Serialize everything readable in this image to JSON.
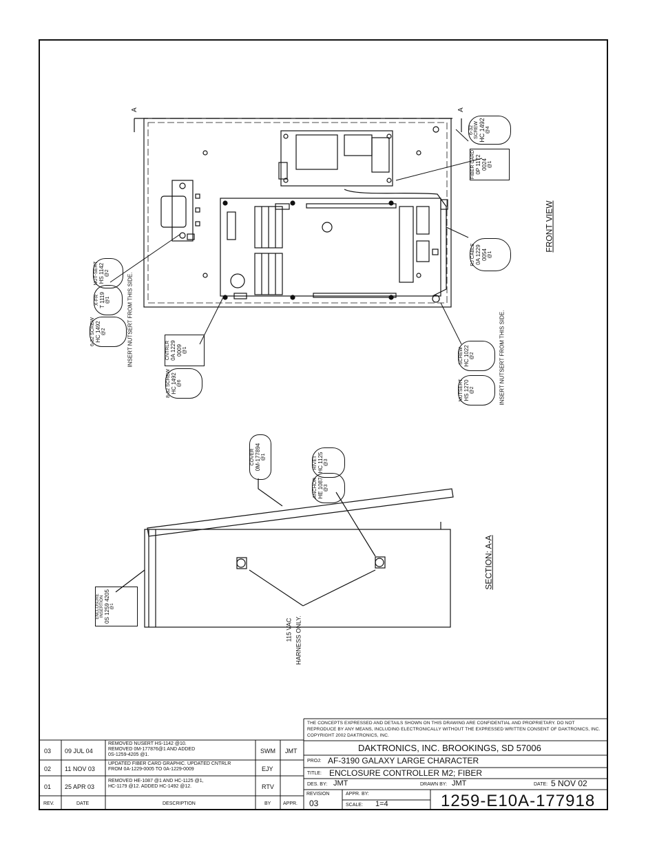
{
  "drawing": {
    "front_view_label": "FRONT VIEW",
    "section_label": "SECTION: A-A",
    "section_marker": "A",
    "nutsert_note": "INSERT NUTSERT FROM THIS SIDE.",
    "harness_note_line1": "115 VAC",
    "harness_note_line2": "HARNESS ONLY.",
    "callouts": [
      {
        "caption": "6-32 SCREW",
        "part": "HC 1492",
        "qty": "@4"
      },
      {
        "caption": "FIBER CARD",
        "part": "0P 1172 0024",
        "qty": "@1"
      },
      {
        "caption": "RJ CABLE",
        "part": "0A 1229 0054",
        "qty": "@1"
      },
      {
        "caption": "NUTSERT",
        "part": "HS 1270",
        "qty": "@2"
      },
      {
        "caption": "SCREW",
        "part": "HC 1022",
        "qty": "@2"
      },
      {
        "caption": "8-32 SCREW",
        "part": "HC 1492",
        "qty": "@6"
      },
      {
        "caption": "CNTRLR",
        "part": "0A 1229 0009",
        "qty": "@1"
      },
      {
        "caption": "6-32 SCREW",
        "part": "HC 1492",
        "qty": "@2"
      },
      {
        "caption": "X-FR",
        "part": "T 1119",
        "qty": "@1"
      },
      {
        "caption": "NUT-SERT",
        "part": "HS 1142",
        "qty": "@2"
      },
      {
        "caption": "COVER",
        "part": "0M-177894",
        "qty": "@1"
      },
      {
        "caption": "ANCHOR",
        "part": "HE 1087",
        "qty": "@3"
      },
      {
        "caption": "RIVET",
        "part": "HC 1125",
        "qty": "@3"
      },
      {
        "caption": "ENCLOSURE INSERTION",
        "part": "0S 1259 4205",
        "qty": "@1"
      }
    ]
  },
  "revisions": {
    "headers": {
      "rev": "REV.",
      "date": "DATE",
      "description": "DESCRIPTION",
      "by": "BY",
      "appr": "APPR."
    },
    "rows": [
      {
        "rev": "03",
        "date": "09 JUL 04",
        "description": "REMOVED NUSERT HS-1142 @10.\nREMOVED 0M-177876@1 AND ADDED\n0S-1259-4205 @1.",
        "by": "SWM",
        "appr": "JMT"
      },
      {
        "rev": "02",
        "date": "11 NOV 03",
        "description": "UPDATED FIBER CARD GRAPHIC. UPDATED CNTRLR\nFROM 0A-1229-0005 TO 0A-1229-0009",
        "by": "EJY",
        "appr": ""
      },
      {
        "rev": "01",
        "date": "25 APR 03",
        "description": "REMOVED HE-1087 @1 AND HC-1125 @1,\nHC-1179 @12.  ADDED HC-1492 @12.",
        "by": "RTV",
        "appr": ""
      }
    ]
  },
  "title_block": {
    "confidential": "THE CONCEPTS EXPRESSED AND DETAILS SHOWN ON THIS DRAWING ARE CONFIDENTIAL AND PROPRIETARY. DO NOT REPRODUCE BY ANY MEANS, INCLUDING ELECTRONICALLY WITHOUT THE EXPRESSED WRITTEN CONSENT OF DAKTRONICS, INC.      COPYRIGHT 2002 DAKTRONICS, INC.",
    "company": "DAKTRONICS, INC.   BROOKINGS, SD 57006",
    "proj_label": "PROJ:",
    "proj_value": "AF-3190 GALAXY LARGE CHARACTER",
    "title_label": "TITLE:",
    "title_value": "ENCLOSURE CONTROLLER M2; FIBER",
    "des_by_label": "DES. BY:",
    "des_by_value": "JMT",
    "drawn_by_label": "DRAWN BY:",
    "drawn_by_value": "JMT",
    "date_label": "DATE:",
    "date_value": "5 NOV 02",
    "revision_label": "REVISION",
    "revision_value": "03",
    "appr_by_label": "APPR. BY:",
    "scale_label": "SCALE:",
    "scale_value": "1=4",
    "drawing_number": "1259-E10A-177918"
  }
}
